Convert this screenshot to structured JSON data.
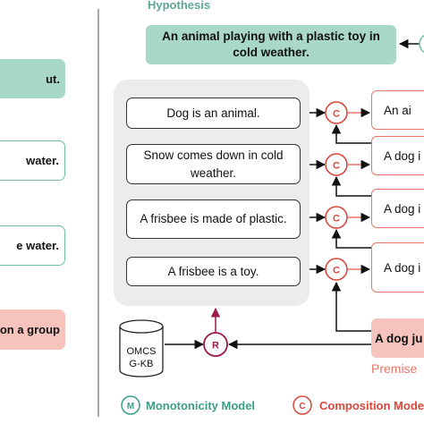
{
  "hypothesis": {
    "label": "Hypothesis",
    "text": "An animal playing with a plastic toy in cold weather."
  },
  "left_column": [
    {
      "text": "ut.",
      "style": "green"
    },
    {
      "text": "water.",
      "style": "outline"
    },
    {
      "text": "e water.",
      "style": "outline"
    },
    {
      "text": "on a group",
      "style": "pink"
    }
  ],
  "facts": [
    "Dog is an animal.",
    "Snow comes down in cold weather.",
    "A frisbee is made of plastic.",
    "A frisbee is a toy."
  ],
  "right_column": [
    "An ai",
    "A dog i",
    "A dog i",
    "A dog i"
  ],
  "premise": {
    "text": "A dog ju",
    "label": "Premise"
  },
  "knowledge_base": {
    "line1": "OMCS",
    "line2": "G-KB"
  },
  "nodes": {
    "composition_letter": "C",
    "retrieval_letter": "R",
    "monotonicity_letter": "M"
  },
  "legend": {
    "monotonicity": "Monotonicity Model",
    "composition": "Composition Mode"
  },
  "colors": {
    "teal": "#6fbea6",
    "teal_fill": "#a9d8c8",
    "coral": "#e8776b",
    "coral_fill": "#f6c4bd",
    "red": "#d9473b",
    "maroon": "#9b1b4a",
    "panel": "#ececec"
  }
}
